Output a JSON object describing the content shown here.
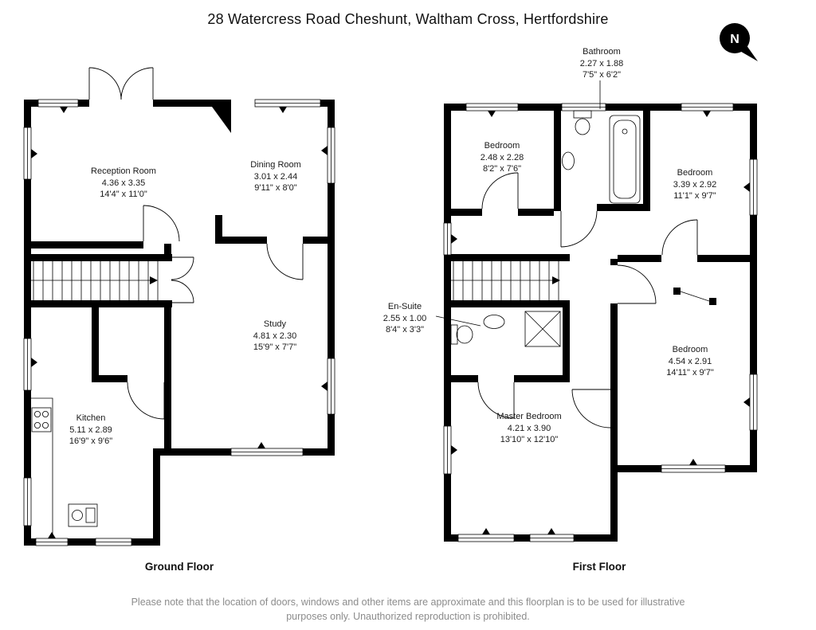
{
  "title": "28 Watercress Road Cheshunt, Waltham Cross, Hertfordshire",
  "compass": {
    "north_label": "N"
  },
  "colors": {
    "wall": "#000000",
    "text": "#1a1a1a",
    "footer_text": "#8c8c8c"
  },
  "ground_floor": {
    "caption": "Ground Floor",
    "rooms": {
      "reception": {
        "name": "Reception Room",
        "metric": "4.36 x 3.35",
        "imperial": "14'4\" x 11'0\""
      },
      "dining": {
        "name": "Dining Room",
        "metric": "3.01 x 2.44",
        "imperial": "9'11\" x 8'0\""
      },
      "study": {
        "name": "Study",
        "metric": "4.81 x 2.30",
        "imperial": "15'9\" x 7'7\""
      },
      "kitchen": {
        "name": "Kitchen",
        "metric": "5.11 x 2.89",
        "imperial": "16'9\" x 9'6\""
      }
    }
  },
  "first_floor": {
    "caption": "First Floor",
    "rooms": {
      "bathroom": {
        "name": "Bathroom",
        "metric": "2.27 x 1.88",
        "imperial": "7'5\" x 6'2\""
      },
      "bedroom_top_left": {
        "name": "Bedroom",
        "metric": "2.48 x 2.28",
        "imperial": "8'2\" x 7'6\""
      },
      "bedroom_top_right": {
        "name": "Bedroom",
        "metric": "3.39 x 2.92",
        "imperial": "11'1\" x 9'7\""
      },
      "en_suite": {
        "name": "En-Suite",
        "metric": "2.55 x 1.00",
        "imperial": "8'4\" x 3'3\""
      },
      "bedroom_right": {
        "name": "Bedroom",
        "metric": "4.54 x 2.91",
        "imperial": "14'11\" x 9'7\""
      },
      "master_bedroom": {
        "name": "Master Bedroom",
        "metric": "4.21 x 3.90",
        "imperial": "13'10\" x 12'10\""
      }
    }
  },
  "footer": {
    "line1": "Please note that the location of doors, windows and other items are approximate and this floorplan is to be used for illustrative",
    "line2": "purposes only. Unauthorized reproduction is prohibited."
  }
}
